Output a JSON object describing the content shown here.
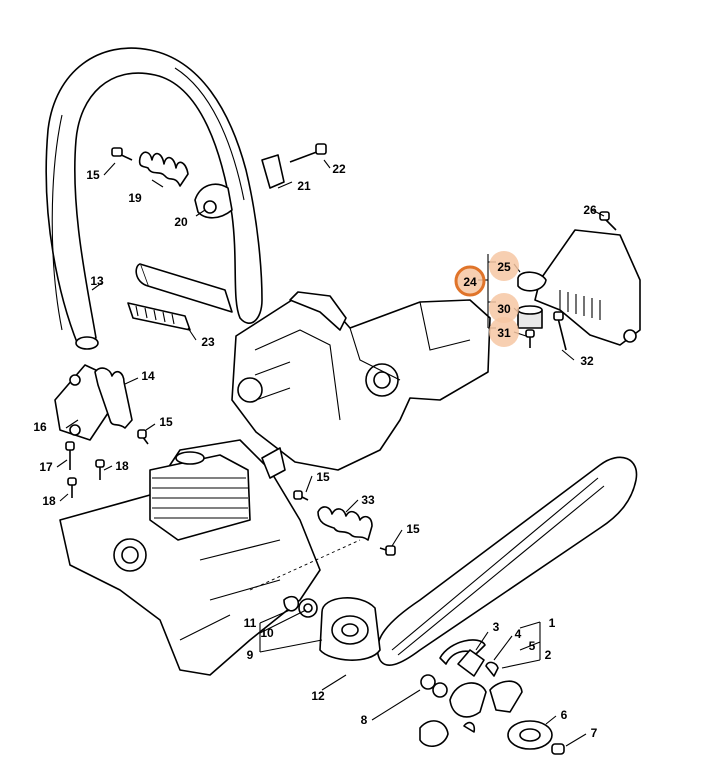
{
  "diagram": {
    "callouts": [
      {
        "id": "1",
        "text": "1"
      },
      {
        "id": "2",
        "text": "2"
      },
      {
        "id": "3",
        "text": "3"
      },
      {
        "id": "4",
        "text": "4"
      },
      {
        "id": "5",
        "text": "5"
      },
      {
        "id": "6",
        "text": "6"
      },
      {
        "id": "7",
        "text": "7"
      },
      {
        "id": "8",
        "text": "8"
      },
      {
        "id": "9",
        "text": "9"
      },
      {
        "id": "10",
        "text": "10"
      },
      {
        "id": "11",
        "text": "11"
      },
      {
        "id": "12",
        "text": "12"
      },
      {
        "id": "13",
        "text": "13"
      },
      {
        "id": "14",
        "text": "14"
      },
      {
        "id": "15a",
        "text": "15"
      },
      {
        "id": "15b",
        "text": "15"
      },
      {
        "id": "15c",
        "text": "15"
      },
      {
        "id": "15d",
        "text": "15"
      },
      {
        "id": "16",
        "text": "16"
      },
      {
        "id": "17",
        "text": "17"
      },
      {
        "id": "18a",
        "text": "18"
      },
      {
        "id": "18b",
        "text": "18"
      },
      {
        "id": "19",
        "text": "19"
      },
      {
        "id": "20",
        "text": "20"
      },
      {
        "id": "21",
        "text": "21"
      },
      {
        "id": "22",
        "text": "22"
      },
      {
        "id": "23",
        "text": "23"
      },
      {
        "id": "24",
        "text": "24"
      },
      {
        "id": "25",
        "text": "25"
      },
      {
        "id": "26",
        "text": "26"
      },
      {
        "id": "30",
        "text": "30"
      },
      {
        "id": "31",
        "text": "31"
      },
      {
        "id": "32",
        "text": "32"
      },
      {
        "id": "33",
        "text": "33"
      }
    ],
    "highlighted": [
      "24",
      "25",
      "30",
      "31"
    ],
    "highlight_colors": {
      "ring": "#e0742a",
      "fill": "#f6c7a3"
    }
  }
}
